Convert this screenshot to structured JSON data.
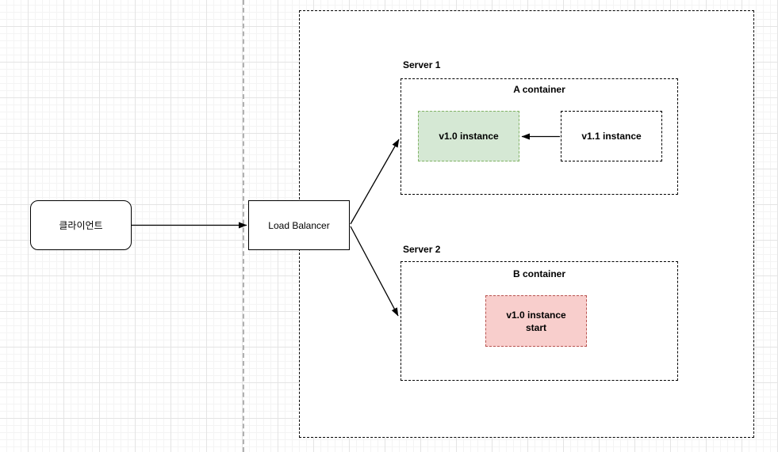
{
  "colors": {
    "stroke": "#000000",
    "guide_line": "#b0b0b0",
    "green_fill": "#d5e8d4",
    "green_border": "#82b366",
    "red_fill": "#f8cecc",
    "red_border": "#b85450"
  },
  "nodes": {
    "client": "클라이언트",
    "load_balancer": "Load Balancer",
    "server1_label": "Server 1",
    "container_a": "A container",
    "v10_instance_a": "v1.0 instance",
    "v11_instance_a": "v1.1 instance",
    "server2_label": "Server 2",
    "container_b": "B container",
    "v10_instance_b": "v1.0 instance\nstart"
  }
}
